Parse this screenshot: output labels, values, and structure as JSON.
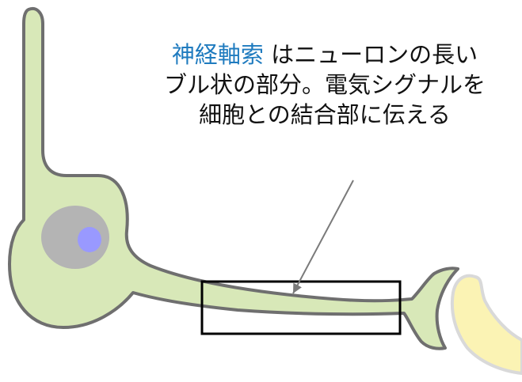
{
  "caption": {
    "term": "神経軸索",
    "line1_rest": " はニューロンの長い",
    "line2": "ブル状の部分。電気シグナルを",
    "line3": "細胞との結合部に伝える"
  },
  "colors": {
    "term_blue": "#1f7bbf",
    "neuron_fill": "#d8e8b8",
    "neuron_outline": "#6f6f6f",
    "nucleus": "#b4b4b4",
    "nucleolus": "#9999ff",
    "target_cell_fill": "#fbf3b4",
    "target_cell_outline": "#d9d9d9",
    "highlight_box": "#000000",
    "pointer_line": "#7a7a7a"
  }
}
